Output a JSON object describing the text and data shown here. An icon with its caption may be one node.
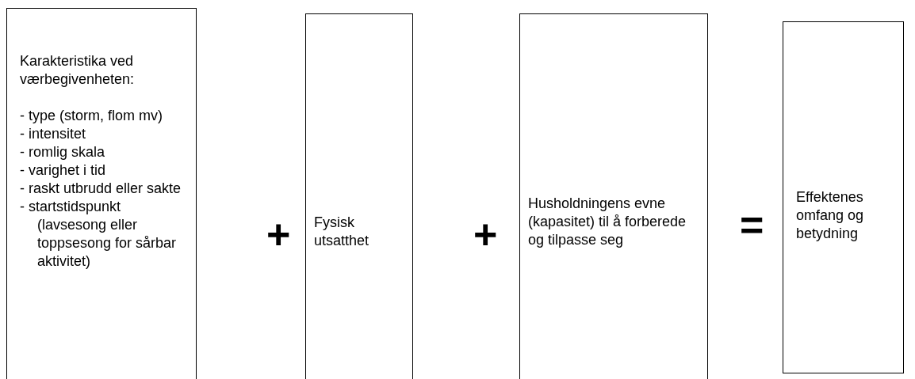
{
  "diagram": {
    "nodes": [
      {
        "text": [
          "Karakteristika ved værbegivenheten:",
          "- type (storm, flom mv)",
          "- intensitet",
          "- romlig skala",
          "- varighet i tid",
          "- raskt utbrudd eller sakte",
          "- startstidspunkt (lavsesong eller toppsesong for sårbar aktivitet)"
        ]
      },
      {
        "text": [
          "Fysisk utsatthet"
        ]
      },
      {
        "text": [
          "Husholdningens evne (kapasitet) til å forberede og tilpasse seg"
        ]
      },
      {
        "text": [
          "Effektenes omfang og betydning"
        ]
      }
    ],
    "labels": [
      "+",
      "+",
      "="
    ]
  }
}
